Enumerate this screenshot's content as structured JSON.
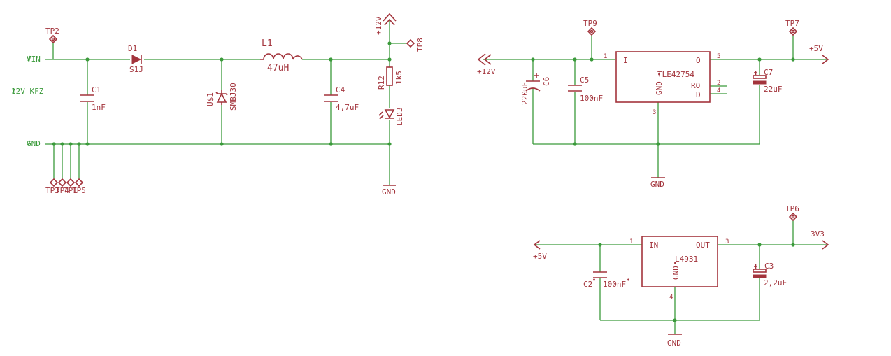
{
  "power_in": {
    "vin_label": "VIN",
    "gnd_label": "GND",
    "supply_note": "12V KFZ",
    "tp2": "TP2",
    "tp8": "TP8",
    "tp_bottom": [
      "TP3",
      "TP4",
      "TP1",
      "TP5"
    ],
    "d1": {
      "name": "D1",
      "value": "S1J"
    },
    "c1": {
      "name": "C1",
      "value": "1nF"
    },
    "tvs": {
      "name": "U$1",
      "value": "SMBJ30"
    },
    "l1": {
      "name": "L1",
      "value": "47uH"
    },
    "c4": {
      "name": "C4",
      "value": "4,7uF"
    },
    "r12": {
      "name": "R12",
      "value": "1k5"
    },
    "led3": {
      "name": "LED3"
    },
    "out_label": "+12V",
    "gnd_symbol": "GND"
  },
  "reg5v": {
    "in_label": "+12V",
    "out_label": "+5V",
    "tp9": "TP9",
    "tp7": "TP7",
    "ic": {
      "name": "TLE42754",
      "pin_i": "I",
      "pin_o": "O",
      "pin_gnd": "GND",
      "pin_ro": "RO",
      "pin_d": "D"
    },
    "pins": {
      "p1": "1",
      "p5": "5",
      "p2": "2",
      "p4": "4",
      "p3": "3"
    },
    "c6": {
      "name": "C6",
      "value": "220uF"
    },
    "c5": {
      "name": "C5",
      "value": "100nF"
    },
    "c7": {
      "name": "C7",
      "value": "22uF"
    },
    "gnd_symbol": "GND"
  },
  "reg3v3": {
    "in_label": "+5V",
    "out_label": "3V3",
    "tp6": "TP6",
    "ic": {
      "name": "L4931",
      "pin_in": "IN",
      "pin_out": "OUT",
      "pin_gnd": "GND"
    },
    "pins": {
      "p1": "1",
      "p3": "3",
      "p4": "4"
    },
    "c2": {
      "name": "C2",
      "value": "100nF"
    },
    "c3": {
      "name": "C3",
      "value": "2,2uF"
    },
    "gnd_symbol": "GND"
  },
  "colors": {
    "wire": "#3b9a3b",
    "part": "#a3343c",
    "background": "#ffffff"
  }
}
